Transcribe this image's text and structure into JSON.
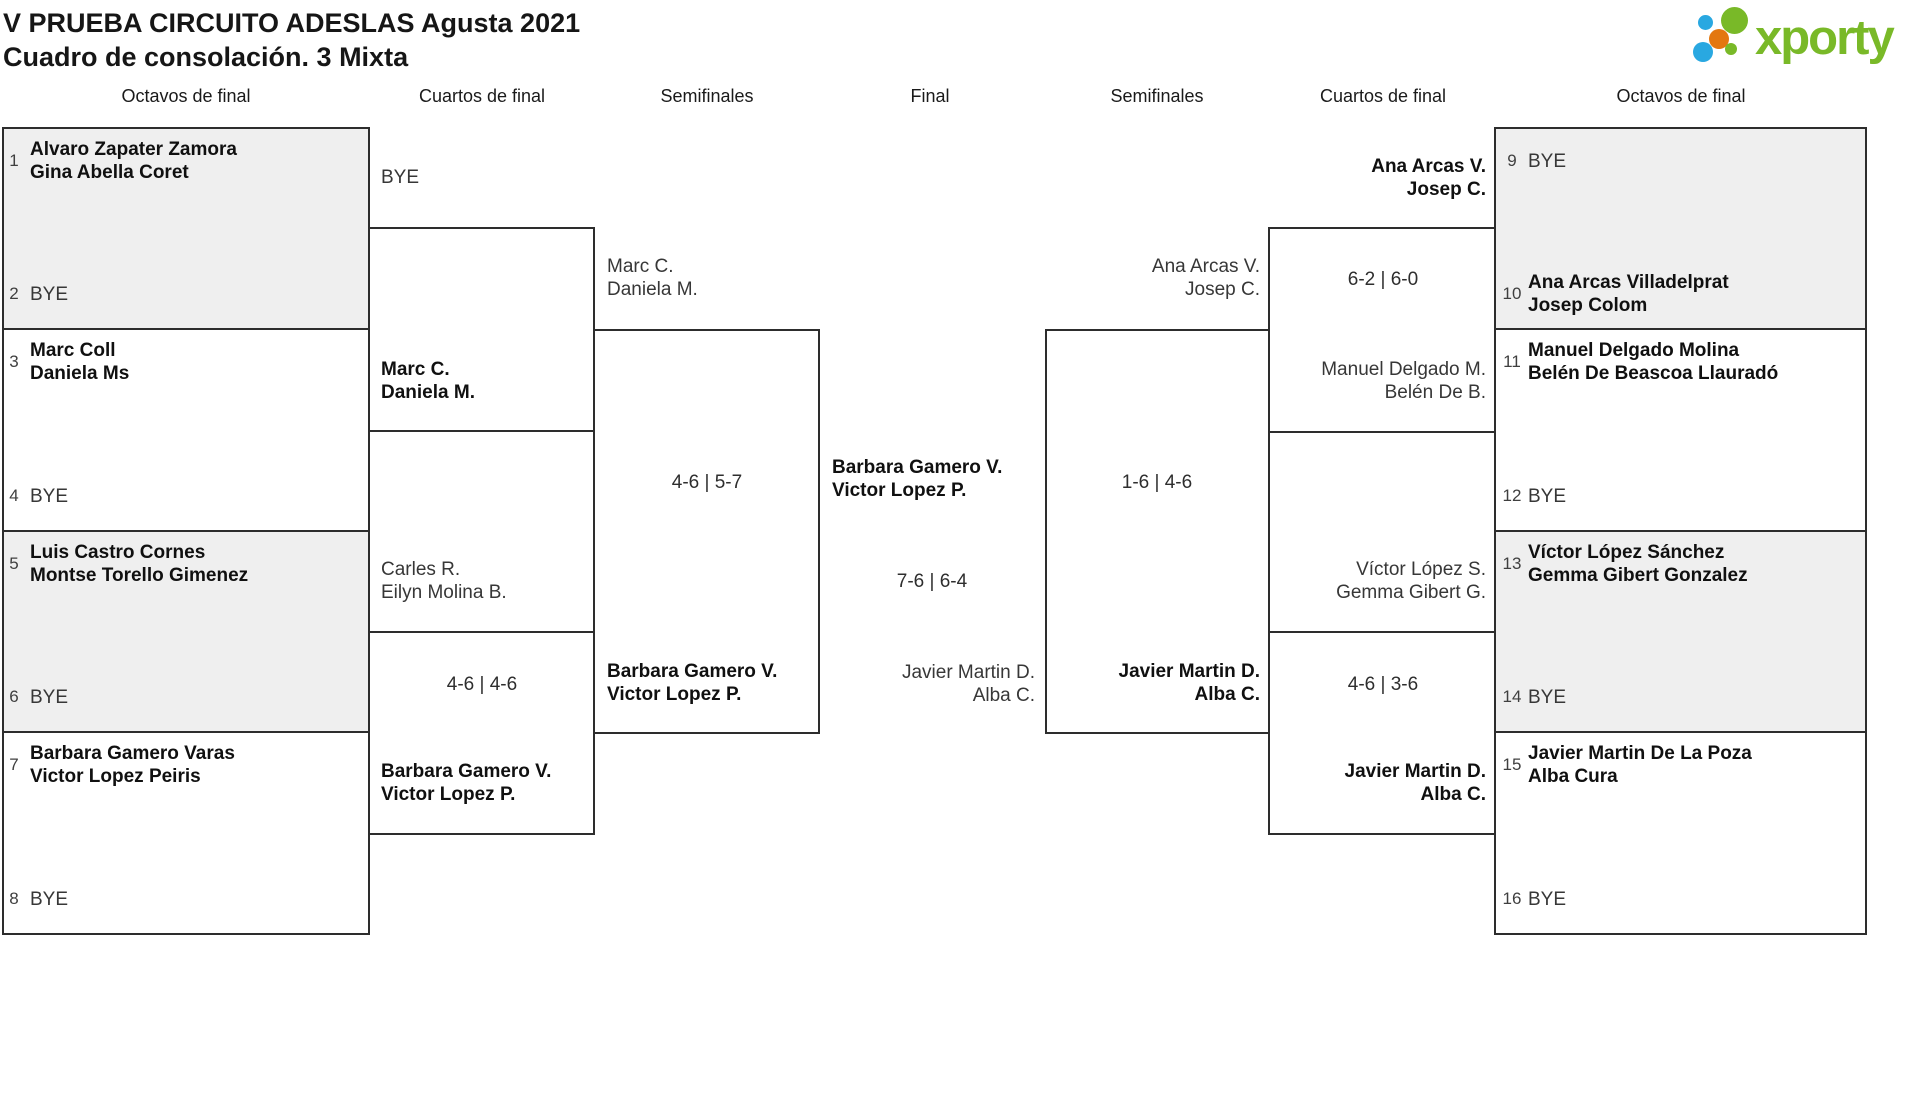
{
  "title": {
    "line1": "V PRUEBA CIRCUITO ADESLAS Agusta 2021",
    "line2": "Cuadro de consolación. 3 Mixta"
  },
  "logo": {
    "text": "xporty"
  },
  "round_headers": [
    "Octavos de final",
    "Cuartos de final",
    "Semifinales",
    "Final",
    "Semifinales",
    "Cuartos de final",
    "Octavos de final"
  ],
  "octavos_left": [
    {
      "seed": "1",
      "lines": [
        "Alvaro Zapater Zamora",
        "Gina Abella Coret"
      ],
      "bye": false
    },
    {
      "seed": "2",
      "lines": [
        "BYE"
      ],
      "bye": true
    },
    {
      "seed": "3",
      "lines": [
        "Marc Coll",
        "Daniela Ms"
      ],
      "bye": false
    },
    {
      "seed": "4",
      "lines": [
        "BYE"
      ],
      "bye": true
    },
    {
      "seed": "5",
      "lines": [
        "Luis Castro Cornes",
        "Montse Torello Gimenez"
      ],
      "bye": false
    },
    {
      "seed": "6",
      "lines": [
        "BYE"
      ],
      "bye": true
    },
    {
      "seed": "7",
      "lines": [
        "Barbara Gamero Varas",
        "Victor Lopez Peiris"
      ],
      "bye": false
    },
    {
      "seed": "8",
      "lines": [
        "BYE"
      ],
      "bye": true
    }
  ],
  "octavos_right": [
    {
      "seed": "9",
      "lines": [
        "BYE"
      ],
      "bye": true
    },
    {
      "seed": "10",
      "lines": [
        "Ana Arcas Villadelprat",
        "Josep Colom"
      ],
      "bye": false
    },
    {
      "seed": "11",
      "lines": [
        "Manuel Delgado Molina",
        "Belén De Beascoa Llauradó"
      ],
      "bye": false
    },
    {
      "seed": "12",
      "lines": [
        "BYE"
      ],
      "bye": true
    },
    {
      "seed": "13",
      "lines": [
        "Víctor López Sánchez",
        "Gemma Gibert Gonzalez"
      ],
      "bye": false
    },
    {
      "seed": "14",
      "lines": [
        "BYE"
      ],
      "bye": true
    },
    {
      "seed": "15",
      "lines": [
        "Javier Martin De La Poza",
        "Alba Cura"
      ],
      "bye": false
    },
    {
      "seed": "16",
      "lines": [
        "BYE"
      ],
      "bye": true
    }
  ],
  "matches": {
    "qf_left_1": {
      "top": {
        "lines": [
          "BYE"
        ],
        "winner": false
      },
      "bottom": {
        "lines": [
          "Marc C.",
          "Daniela M."
        ],
        "winner": true
      },
      "score": ""
    },
    "qf_left_2": {
      "top": {
        "lines": [
          "Carles R.",
          "Eilyn Molina B."
        ],
        "winner": false
      },
      "bottom": {
        "lines": [
          "Barbara Gamero V.",
          "Victor Lopez P."
        ],
        "winner": true
      },
      "score": "4-6 | 4-6"
    },
    "sf_left": {
      "top": {
        "lines": [
          "Marc C.",
          "Daniela M."
        ],
        "winner": false
      },
      "bottom": {
        "lines": [
          "Barbara Gamero V.",
          "Victor Lopez P."
        ],
        "winner": true
      },
      "score": "4-6 | 5-7"
    },
    "final": {
      "top": {
        "lines": [
          "Barbara Gamero V.",
          "Victor Lopez P."
        ],
        "winner": true
      },
      "bottom": {
        "lines": [
          "Javier Martin D.",
          "Alba C."
        ],
        "winner": false
      },
      "score": "7-6 | 6-4"
    },
    "sf_right": {
      "top": {
        "lines": [
          "Ana Arcas V.",
          "Josep C."
        ],
        "winner": false
      },
      "bottom": {
        "lines": [
          "Javier Martin D.",
          "Alba C."
        ],
        "winner": true
      },
      "score": "1-6 | 4-6"
    },
    "qf_right_1": {
      "top": {
        "lines": [
          "Ana Arcas V.",
          "Josep C."
        ],
        "winner": true
      },
      "bottom": {
        "lines": [
          "Manuel Delgado M.",
          "Belén De B."
        ],
        "winner": false
      },
      "score": "6-2 | 6-0"
    },
    "qf_right_2": {
      "top": {
        "lines": [
          "Víctor López S.",
          "Gemma Gibert G."
        ],
        "winner": false
      },
      "bottom": {
        "lines": [
          "Javier Martin D.",
          "Alba C."
        ],
        "winner": true
      },
      "score": "4-6 | 3-6"
    }
  },
  "colors": {
    "box_fill_gray": "#efefef",
    "border": "#2d2d2d",
    "logo_green": "#79b928",
    "logo_blue": "#29a8e1",
    "logo_orange": "#e3770f"
  }
}
